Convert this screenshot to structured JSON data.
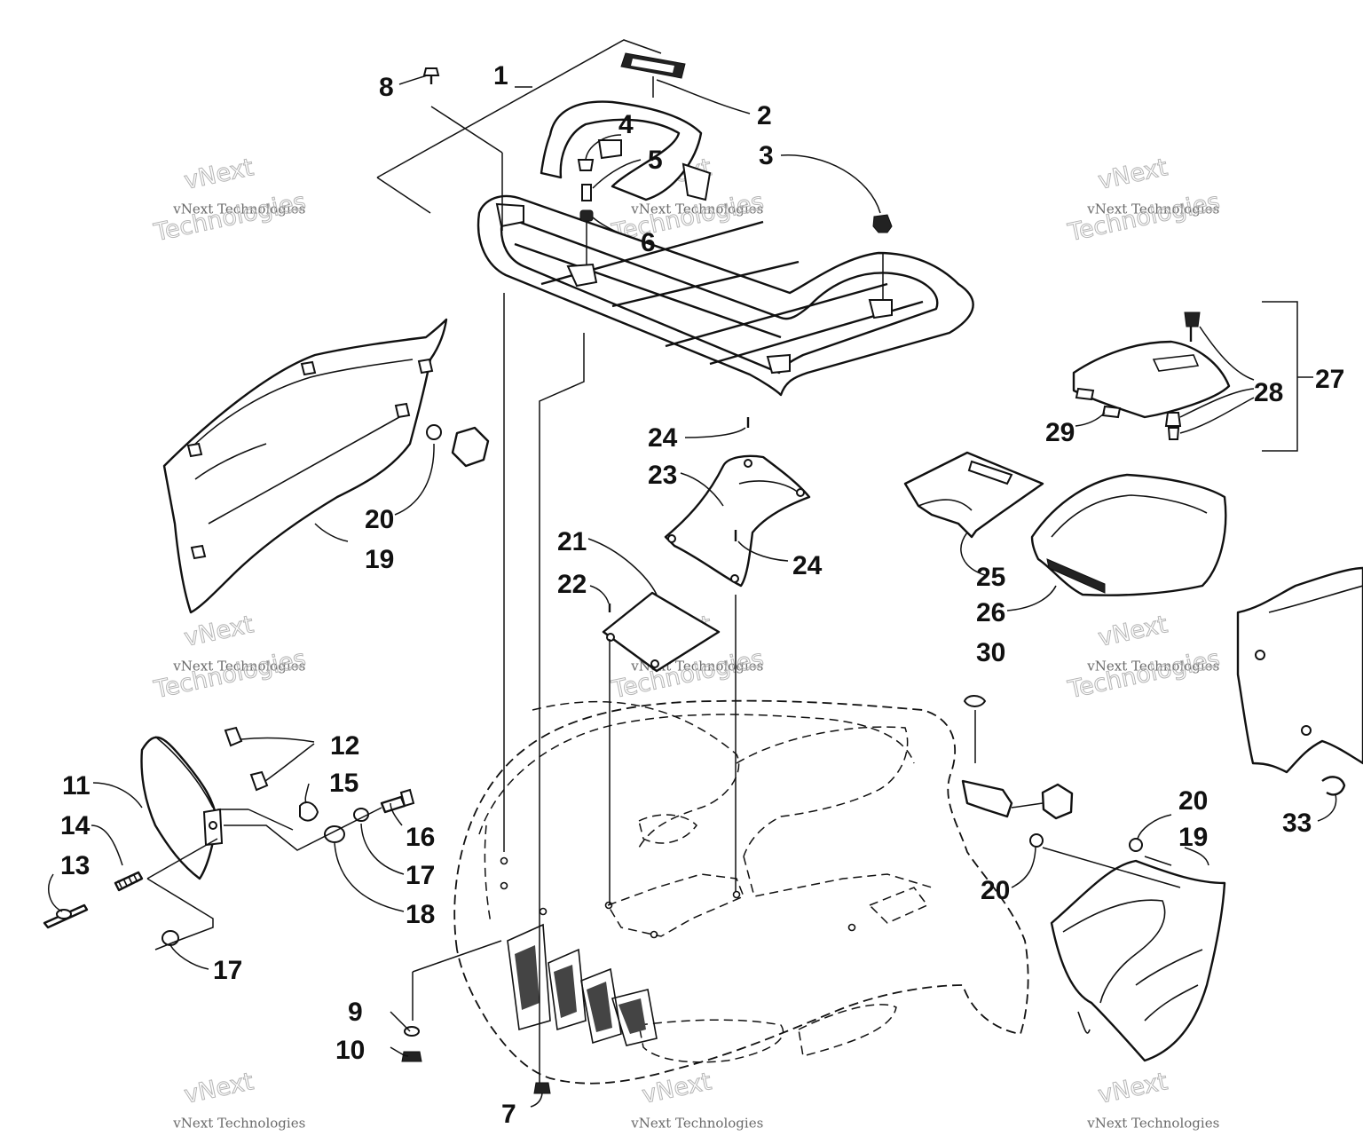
{
  "watermark": {
    "brand": "vNext",
    "line_small": "vNext Technologies",
    "line_big": "Technologies",
    "color": "#b5b5b5"
  },
  "callouts": [
    {
      "id": "c1",
      "label": "1"
    },
    {
      "id": "c2",
      "label": "2"
    },
    {
      "id": "c3",
      "label": "3"
    },
    {
      "id": "c4",
      "label": "4"
    },
    {
      "id": "c5",
      "label": "5"
    },
    {
      "id": "c6",
      "label": "6"
    },
    {
      "id": "c7",
      "label": "7"
    },
    {
      "id": "c8",
      "label": "8"
    },
    {
      "id": "c9",
      "label": "9"
    },
    {
      "id": "c10",
      "label": "10"
    },
    {
      "id": "c11",
      "label": "11"
    },
    {
      "id": "c12",
      "label": "12"
    },
    {
      "id": "c13",
      "label": "13"
    },
    {
      "id": "c14",
      "label": "14"
    },
    {
      "id": "c15",
      "label": "15"
    },
    {
      "id": "c16",
      "label": "16"
    },
    {
      "id": "c17a",
      "label": "17"
    },
    {
      "id": "c17b",
      "label": "17"
    },
    {
      "id": "c18",
      "label": "18"
    },
    {
      "id": "c19a",
      "label": "19"
    },
    {
      "id": "c19b",
      "label": "19"
    },
    {
      "id": "c20a",
      "label": "20"
    },
    {
      "id": "c20b",
      "label": "20"
    },
    {
      "id": "c20c",
      "label": "20"
    },
    {
      "id": "c21",
      "label": "21"
    },
    {
      "id": "c22",
      "label": "22"
    },
    {
      "id": "c23",
      "label": "23"
    },
    {
      "id": "c24a",
      "label": "24"
    },
    {
      "id": "c24b",
      "label": "24"
    },
    {
      "id": "c25",
      "label": "25"
    },
    {
      "id": "c26",
      "label": "26"
    },
    {
      "id": "c27",
      "label": "27"
    },
    {
      "id": "c28",
      "label": "28"
    },
    {
      "id": "c29",
      "label": "29"
    },
    {
      "id": "c30",
      "label": "30"
    },
    {
      "id": "c33",
      "label": "33"
    }
  ]
}
